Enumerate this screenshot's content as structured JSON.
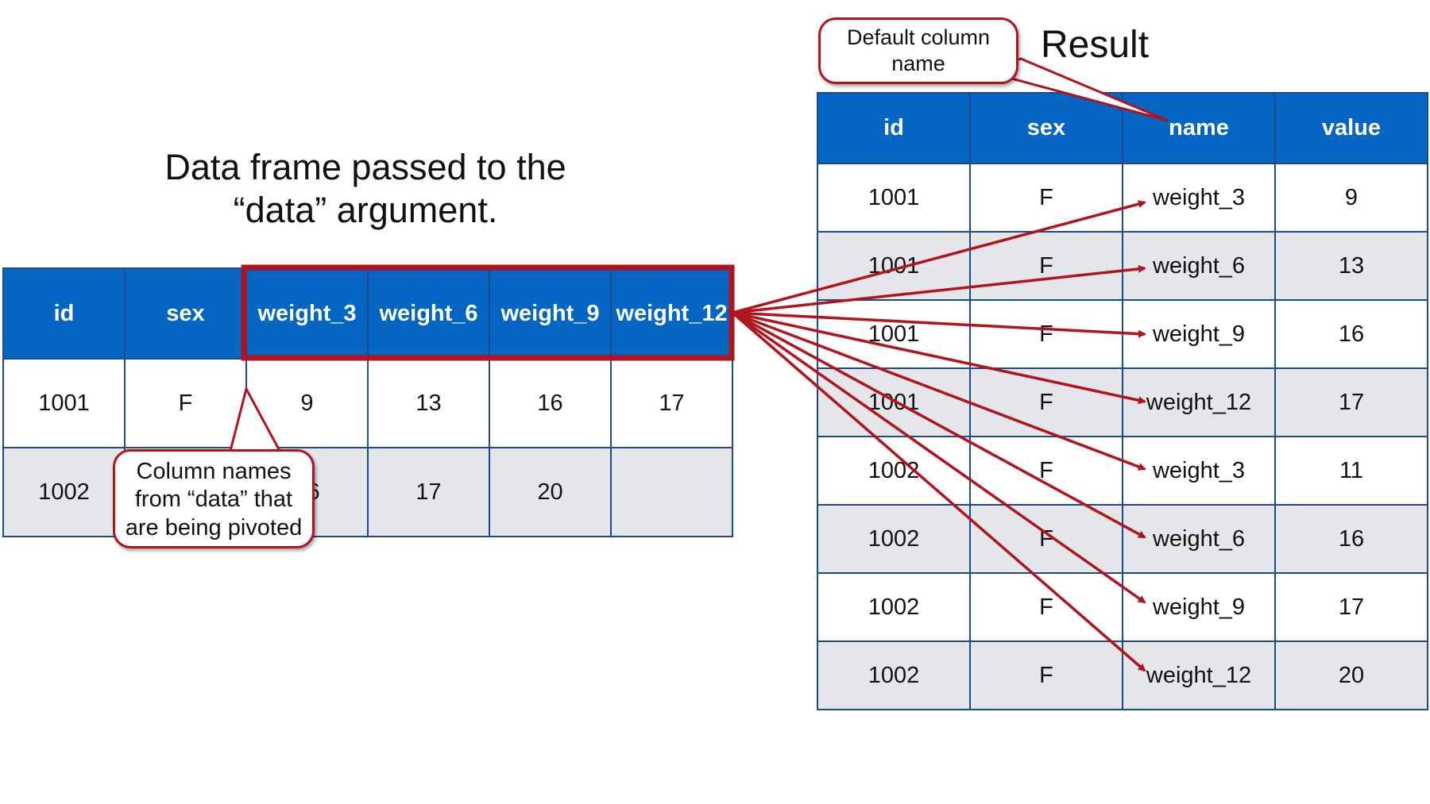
{
  "left_heading_line1": "Data frame passed to the",
  "left_heading_line2": "“data” argument.",
  "right_heading": "Result",
  "source": {
    "headers": [
      "id",
      "sex",
      "weight_3",
      "weight_6",
      "weight_9",
      "weight_12"
    ],
    "rows": [
      [
        "1001",
        "F",
        "9",
        "13",
        "16",
        "17"
      ],
      [
        "1002",
        "",
        "16",
        "17",
        "20",
        ""
      ]
    ]
  },
  "result": {
    "headers": [
      "id",
      "sex",
      "name",
      "value"
    ],
    "rows": [
      [
        "1001",
        "F",
        "weight_3",
        "9"
      ],
      [
        "1001",
        "F",
        "weight_6",
        "13"
      ],
      [
        "1001",
        "F",
        "weight_9",
        "16"
      ],
      [
        "1001",
        "F",
        "weight_12",
        "17"
      ],
      [
        "1002",
        "F",
        "weight_3",
        "11"
      ],
      [
        "1002",
        "F",
        "weight_6",
        "16"
      ],
      [
        "1002",
        "F",
        "weight_9",
        "17"
      ],
      [
        "1002",
        "F",
        "weight_12",
        "20"
      ]
    ]
  },
  "callouts": {
    "default_name_line1": "Default column",
    "default_name_line2": "name",
    "pivot_line1": "Column names",
    "pivot_line2": "from “data” that",
    "pivot_line3": "are being pivoted"
  },
  "colors": {
    "header_fill": "#0465c2",
    "grid_line": "#1e4a8c",
    "alt_row_fill": "#e5e6ea",
    "accent_red": "#b0141d"
  }
}
